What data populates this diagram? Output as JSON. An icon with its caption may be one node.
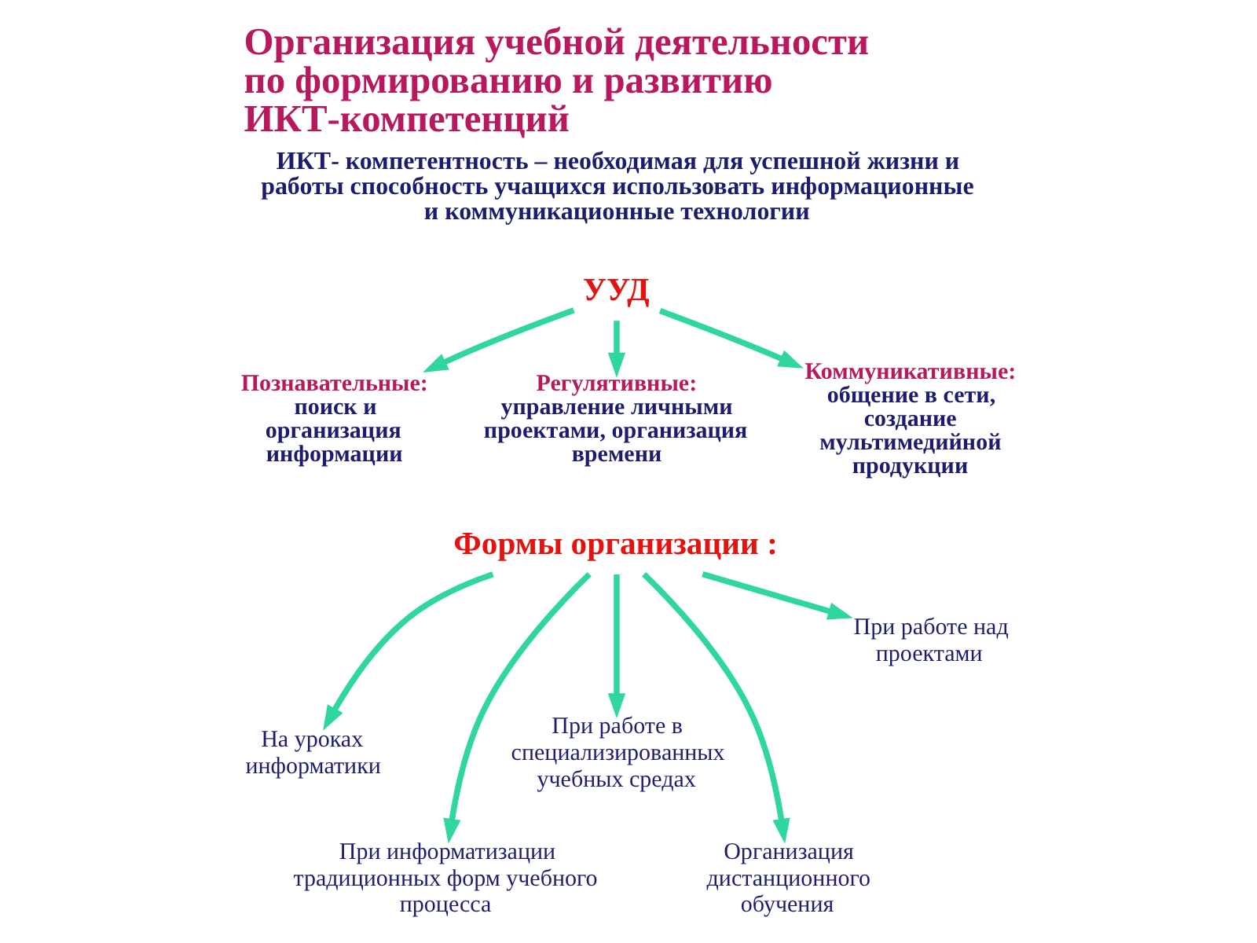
{
  "diagram": {
    "title": "Организация учебной деятельности по формированию и развитию ИКТ-компетенций",
    "nodes": [
      {
        "text": [
          "УУД"
        ]
      },
      {
        "text": [
          "Познавательные:",
          "поиск и организация информации"
        ]
      },
      {
        "text": [
          "Регулятивные:",
          "управление личными проектами, организация времени"
        ]
      },
      {
        "text": [
          "Коммуникативные:",
          "общение в сети, создание мультимедийной продукции"
        ]
      },
      {
        "text": [
          "Формы организации :"
        ]
      },
      {
        "text": [
          "На уроках информатики"
        ]
      },
      {
        "text": [
          "При информатизации традиционных форм учебного процесса"
        ]
      },
      {
        "text": [
          "При работе в специализированных учебных средах"
        ]
      },
      {
        "text": [
          "Организация дистанционного обучения"
        ]
      },
      {
        "text": [
          "При работе над проектами"
        ]
      }
    ],
    "edges": [
      {
        "from": 0,
        "to": 1,
        "arrow": "to"
      },
      {
        "from": 0,
        "to": 2,
        "arrow": "to"
      },
      {
        "from": 0,
        "to": 3,
        "arrow": "to"
      },
      {
        "from": 4,
        "to": 5,
        "arrow": "to"
      },
      {
        "from": 4,
        "to": 6,
        "arrow": "to"
      },
      {
        "from": 4,
        "to": 7,
        "arrow": "to"
      },
      {
        "from": 4,
        "to": 8,
        "arrow": "to"
      },
      {
        "from": 4,
        "to": 9,
        "arrow": "to"
      }
    ],
    "labels": [
      "ИКТ- компетентность – необходимая для успешной жизни и работы способность учащихся использовать информационные и коммуникационные технологии"
    ]
  }
}
